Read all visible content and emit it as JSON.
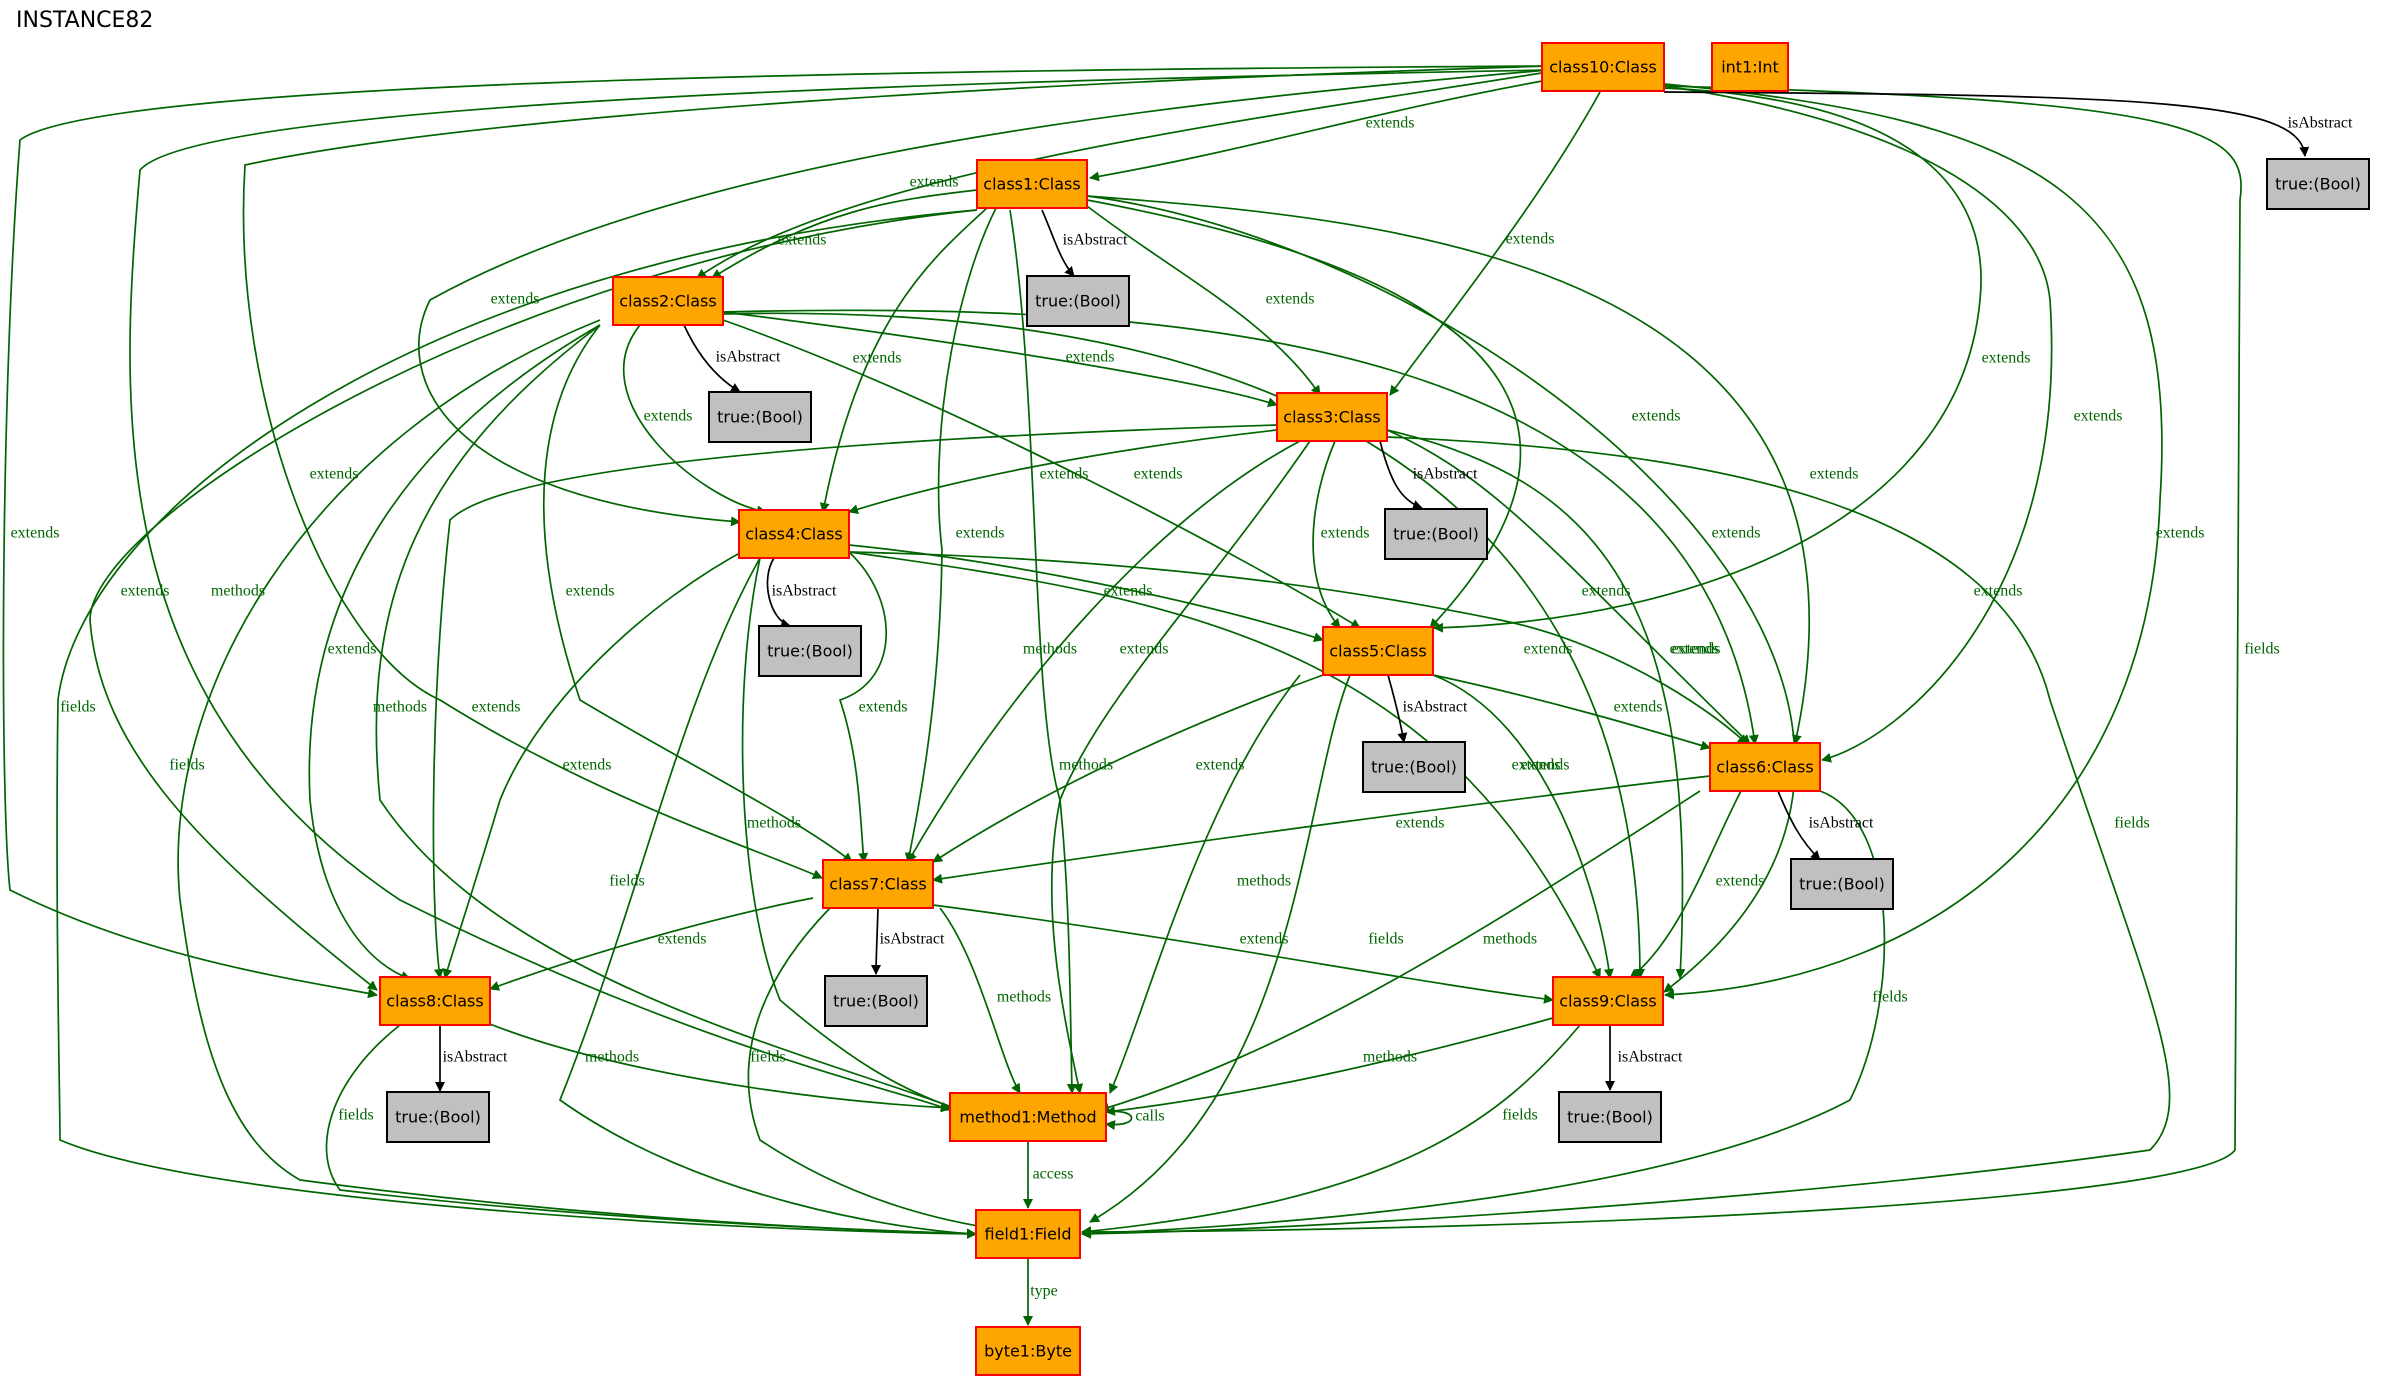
{
  "title": "INSTANCE82",
  "colors": {
    "node_fill": "#ffa500",
    "node_stroke": "#ff0000",
    "bool_fill": "#c0c0c0",
    "edge_green": "#006400",
    "edge_black": "#000000"
  },
  "nodes": {
    "class10": "class10:Class",
    "int1": "int1:Int",
    "class1": "class1:Class",
    "class2": "class2:Class",
    "class3": "class3:Class",
    "class4": "class4:Class",
    "class5": "class5:Class",
    "class6": "class6:Class",
    "class7": "class7:Class",
    "class8": "class8:Class",
    "class9": "class9:Class",
    "method1": "method1:Method",
    "field1": "field1:Field",
    "byte1": "byte1:Byte",
    "bool_c10": "true:(Bool)",
    "bool_c1": "true:(Bool)",
    "bool_c2": "true:(Bool)",
    "bool_c3": "true:(Bool)",
    "bool_c4": "true:(Bool)",
    "bool_c5": "true:(Bool)",
    "bool_c6": "true:(Bool)",
    "bool_c7": "true:(Bool)",
    "bool_c8": "true:(Bool)",
    "bool_c9": "true:(Bool)"
  },
  "edge_labels": {
    "extends": "extends",
    "methods": "methods",
    "fields": "fields",
    "isAbstract": "isAbstract",
    "calls": "calls",
    "access": "access",
    "type": "type"
  }
}
